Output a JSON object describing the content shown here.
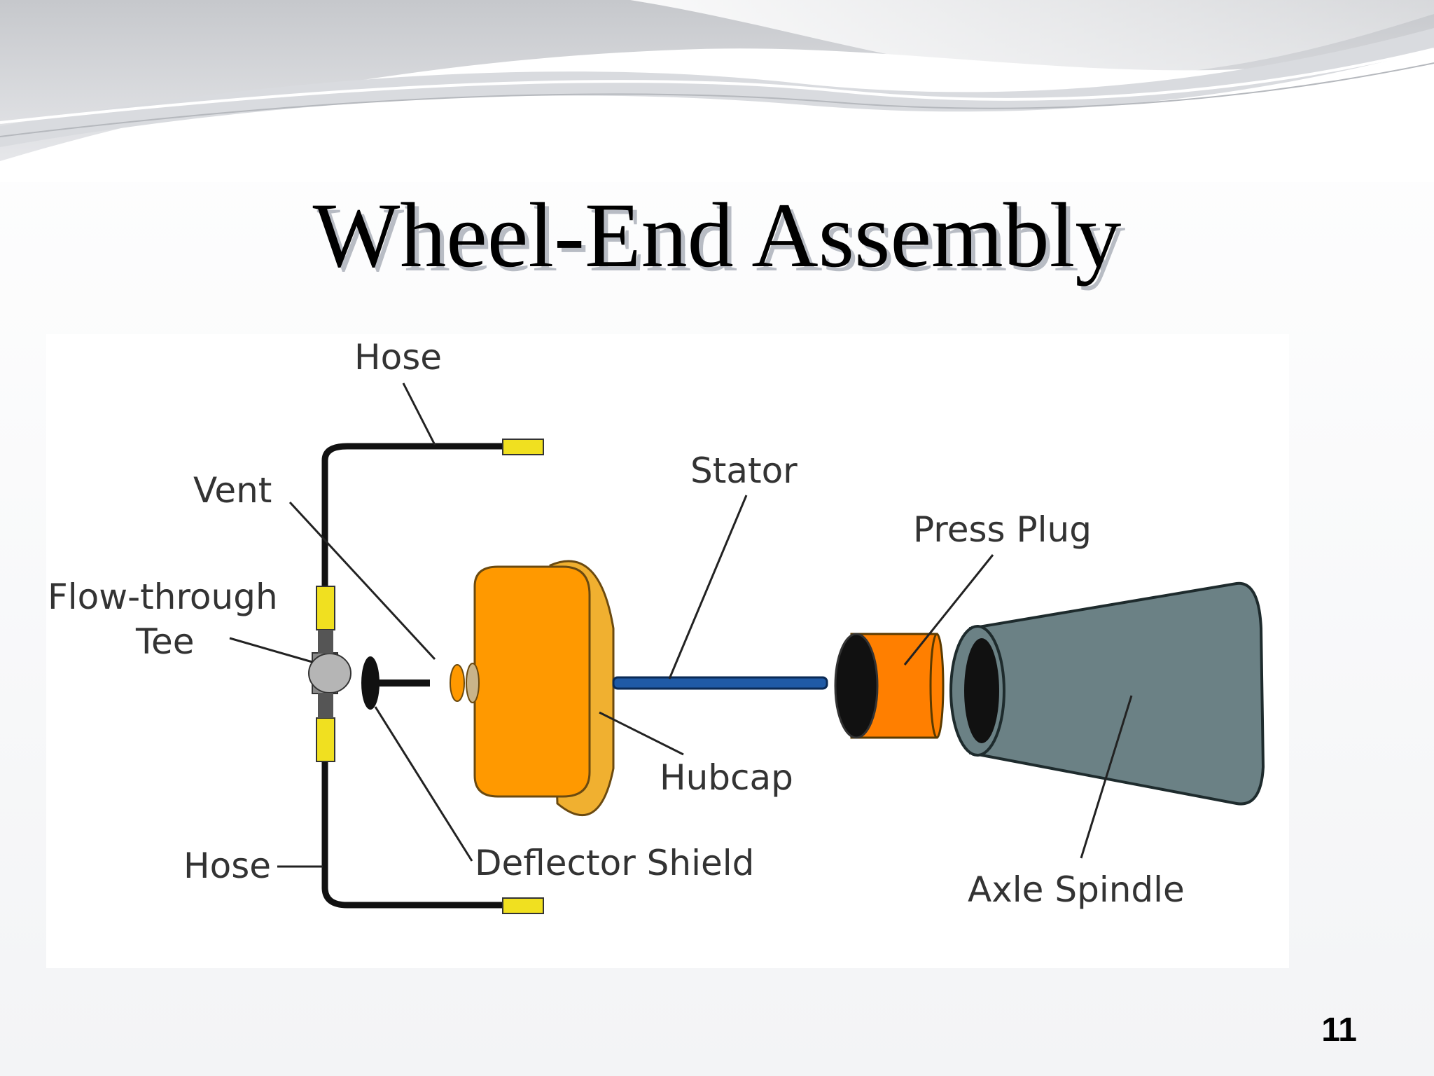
{
  "slide": {
    "title": "Wheel-End Assembly",
    "page_number": "11"
  },
  "diagram": {
    "labels": {
      "hose_top": "Hose",
      "vent": "Vent",
      "flow_through_line1": "Flow-through",
      "flow_through_line2": "Tee",
      "hose_bottom": "Hose",
      "deflector_shield": "Deflector Shield",
      "stator": "Stator",
      "hubcap": "Hubcap",
      "press_plug": "Press Plug",
      "axle_spindle": "Axle Spindle"
    },
    "colors": {
      "hubcap_body": "#ff9900",
      "hubcap_flange": "#f0b030",
      "stator": "#1f5aa6",
      "press_plug": "#ff7f00",
      "axle_spindle": "#6b8185",
      "fitting": "#f0e020",
      "hose": "#111111",
      "tee": "#9a9a9a"
    }
  }
}
